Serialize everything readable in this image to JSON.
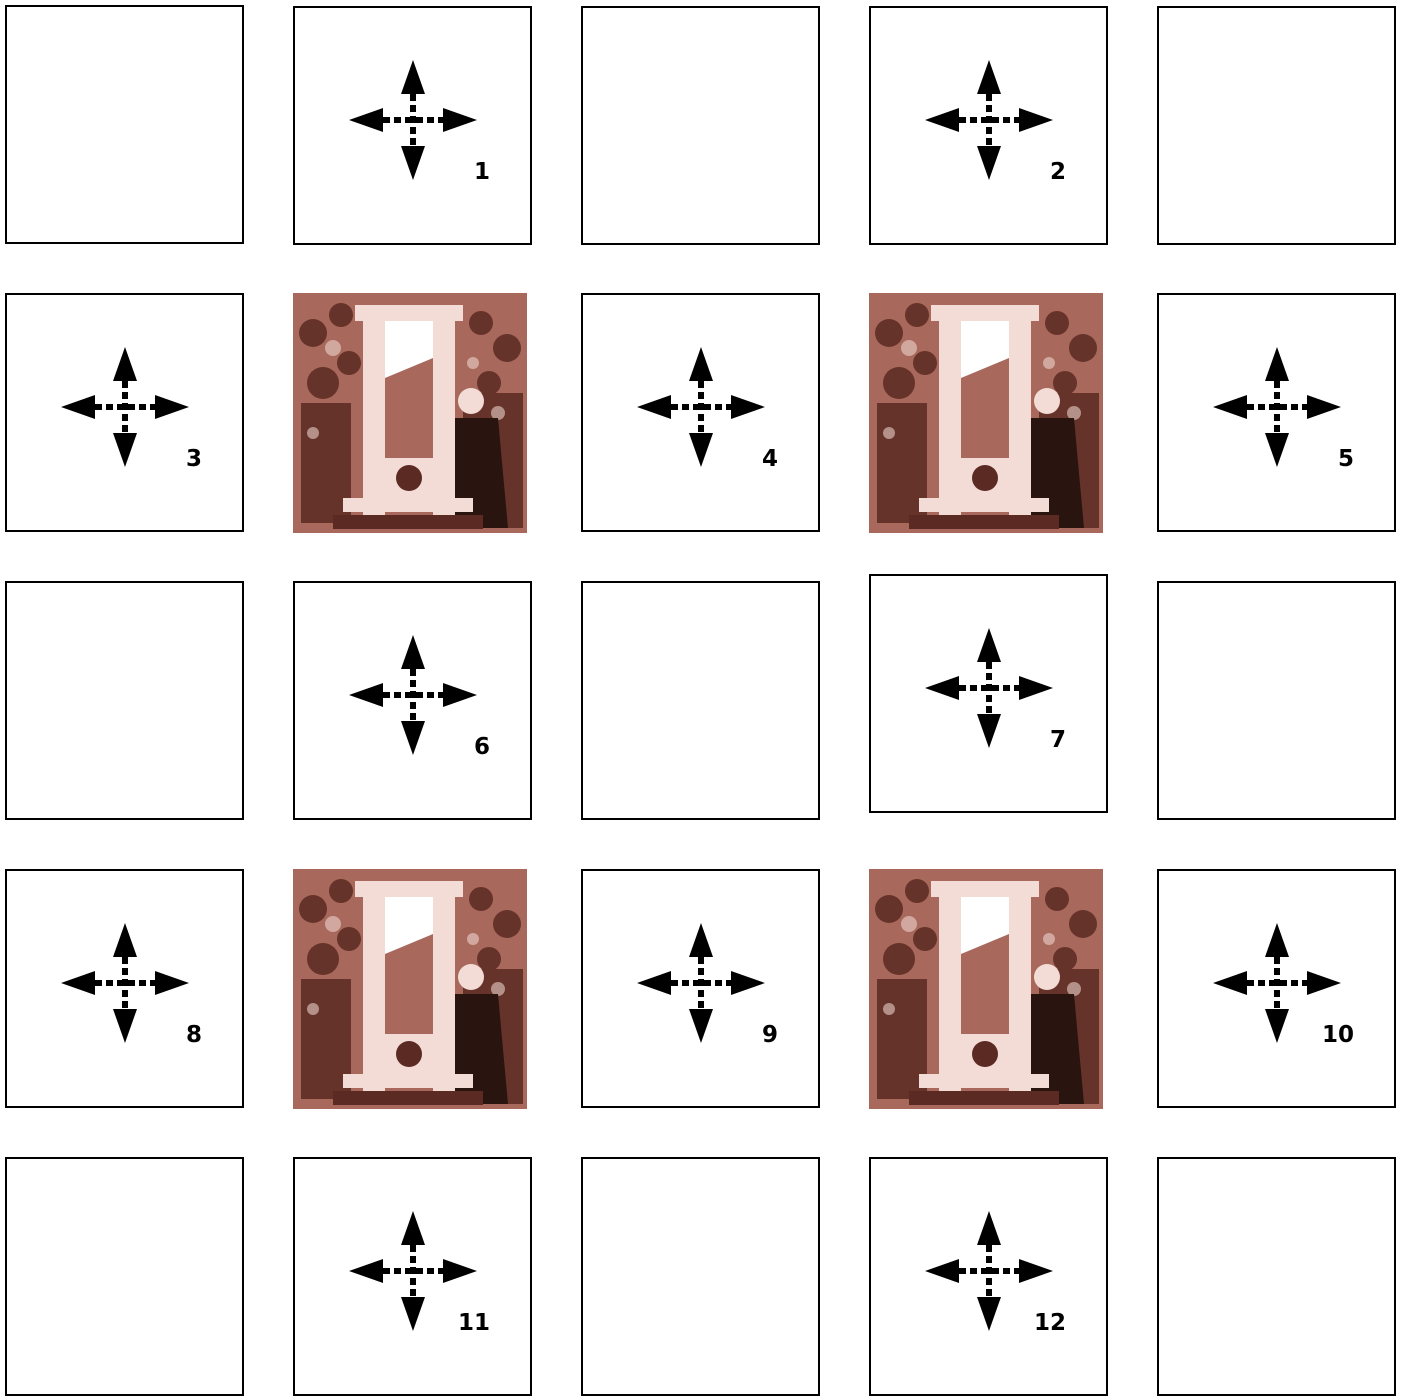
{
  "board": {
    "rows": 5,
    "cols": 5,
    "tiles": [
      {
        "kind": "blank"
      },
      {
        "kind": "move",
        "number": "1"
      },
      {
        "kind": "blank"
      },
      {
        "kind": "move",
        "number": "2"
      },
      {
        "kind": "blank"
      },
      {
        "kind": "move",
        "number": "3"
      },
      {
        "kind": "picture",
        "icon": "guillotine-picture"
      },
      {
        "kind": "move",
        "number": "4"
      },
      {
        "kind": "picture",
        "icon": "guillotine-picture"
      },
      {
        "kind": "move",
        "number": "5"
      },
      {
        "kind": "blank"
      },
      {
        "kind": "move",
        "number": "6"
      },
      {
        "kind": "blank"
      },
      {
        "kind": "move",
        "number": "7"
      },
      {
        "kind": "blank"
      },
      {
        "kind": "move",
        "number": "8"
      },
      {
        "kind": "picture",
        "icon": "guillotine-picture"
      },
      {
        "kind": "move",
        "number": "9"
      },
      {
        "kind": "picture",
        "icon": "guillotine-picture"
      },
      {
        "kind": "move",
        "number": "10"
      },
      {
        "kind": "blank"
      },
      {
        "kind": "move",
        "number": "11"
      },
      {
        "kind": "blank"
      },
      {
        "kind": "move",
        "number": "12"
      },
      {
        "kind": "blank"
      }
    ],
    "move_icon": "four-way-arrow-icon",
    "colors": {
      "border": "#000000",
      "tile_background": "#ffffff",
      "picture_dark": "#5b2a22",
      "picture_mid": "#a8685c",
      "picture_light": "#f3dcd6"
    }
  }
}
